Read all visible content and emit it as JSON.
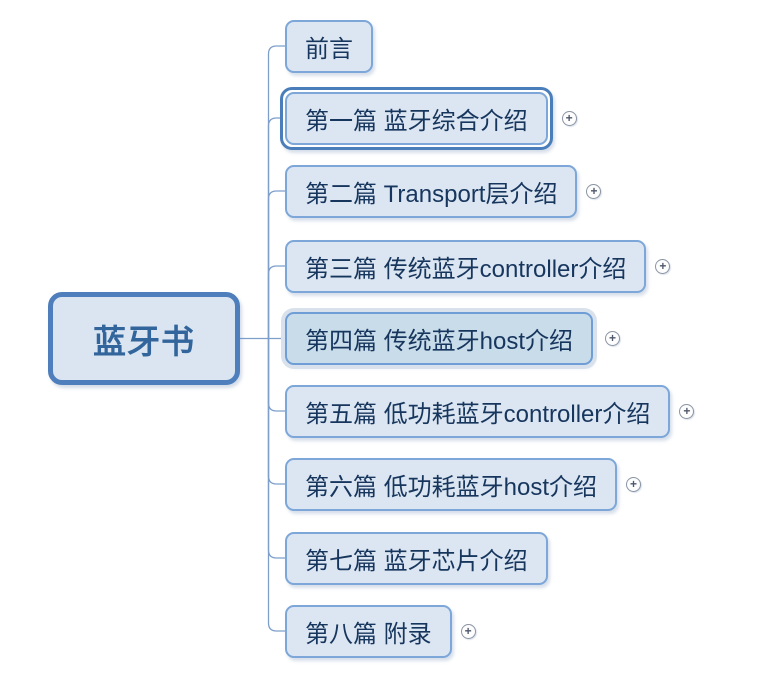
{
  "root": {
    "label": "蓝牙书"
  },
  "topics": [
    {
      "label": "前言",
      "has_expand": false,
      "state": "normal"
    },
    {
      "label": "第一篇 蓝牙综合介绍",
      "has_expand": true,
      "state": "selected"
    },
    {
      "label": "第二篇 Transport层介绍",
      "has_expand": true,
      "state": "normal"
    },
    {
      "label": "第三篇 传统蓝牙controller介绍",
      "has_expand": true,
      "state": "normal"
    },
    {
      "label": "第四篇 传统蓝牙host介绍",
      "has_expand": true,
      "state": "highlighted"
    },
    {
      "label": "第五篇 低功耗蓝牙controller介绍",
      "has_expand": true,
      "state": "normal"
    },
    {
      "label": "第六篇 低功耗蓝牙host介绍",
      "has_expand": true,
      "state": "normal"
    },
    {
      "label": "第七篇 蓝牙芯片介绍",
      "has_expand": false,
      "state": "normal"
    },
    {
      "label": "第八篇 附录",
      "has_expand": true,
      "state": "normal"
    }
  ],
  "icons": {
    "expand_glyph": "+"
  },
  "colors": {
    "background": "#ffffff",
    "root_border": "#4e7fbc",
    "root_fill": "#dbe5f1",
    "root_text": "#31659c",
    "topic_fill": "#dce6f2",
    "topic_border": "#7da7d8",
    "topic_text": "#17365d",
    "selected_outline": "#4a7ebb",
    "highlight_fill": "#c9dcea",
    "highlight_halo": "#d9e2ec",
    "connector_line": "#7e9fcb"
  }
}
